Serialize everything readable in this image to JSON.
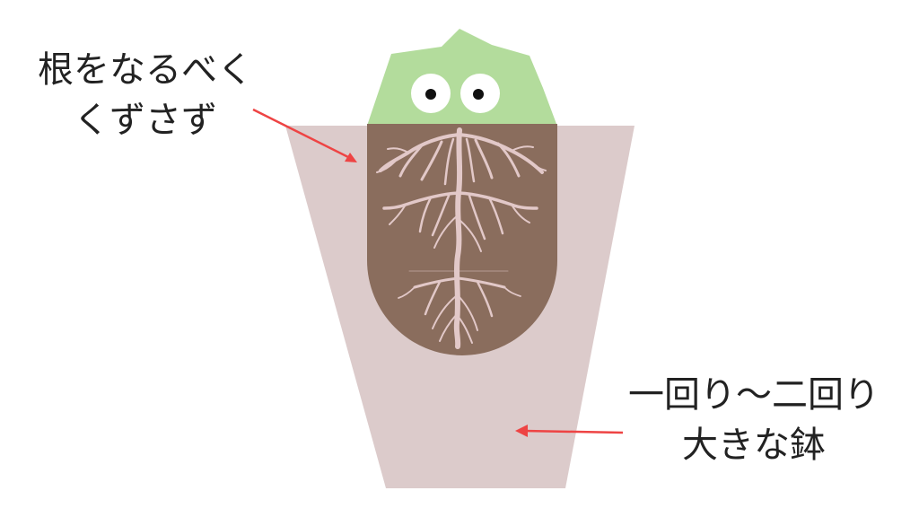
{
  "annotations": {
    "roots": {
      "line1": "根をなるべく",
      "line2": "くずさず"
    },
    "pot": {
      "line1": "一回り～二回り",
      "line2": "大きな鉢"
    }
  },
  "colors": {
    "background": "#ffffff",
    "pot": "#dccbcb",
    "soil": "#8a6d5d",
    "roots": "#e2c8c8",
    "plant": "#b3dc9c",
    "eye_white": "#ffffff",
    "pupil": "#111111",
    "arrow": "#ee4444",
    "text": "#222222"
  },
  "icons": {
    "plant": "succulent-plant-icon",
    "arrow": "arrow-icon"
  }
}
